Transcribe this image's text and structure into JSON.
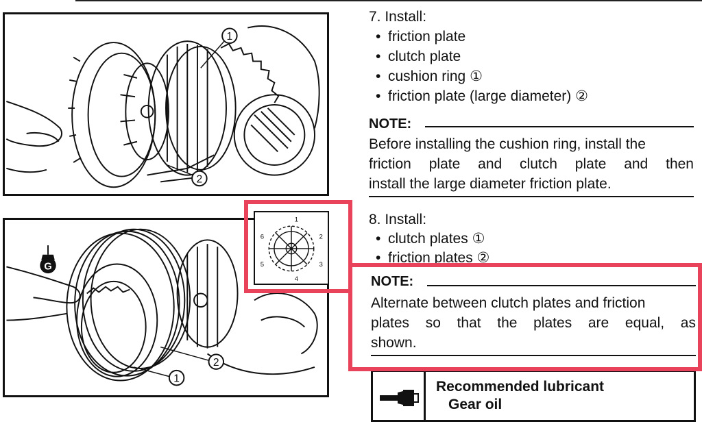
{
  "step7": {
    "heading": "7. Install:",
    "items": [
      "friction plate",
      "clutch plate",
      "cushion ring ①",
      "friction plate (large diameter) ②"
    ]
  },
  "note1": {
    "label": "NOTE:",
    "lines": [
      "Before installing the cushion ring, install the",
      "friction plate and clutch plate and then",
      "install the large diameter friction plate."
    ]
  },
  "step8": {
    "heading": "8. Install:",
    "items": [
      "clutch plates ①",
      "friction plates ②"
    ]
  },
  "note2": {
    "label": "NOTE:",
    "lines": [
      "Alternate between clutch plates and friction",
      "plates so that the plates are equal, as",
      "shown."
    ]
  },
  "lubricant": {
    "title": "Recommended lubricant",
    "value": "Gear oil"
  },
  "figure1": {
    "callouts": [
      "①",
      "②"
    ]
  },
  "figure2": {
    "callouts": [
      "②",
      "①"
    ],
    "lube_badge": "G"
  },
  "inset": {
    "labels": [
      "1",
      "2",
      "3",
      "4",
      "5",
      "6"
    ]
  },
  "colors": {
    "highlight": "#e8435b",
    "ink": "#111111"
  }
}
